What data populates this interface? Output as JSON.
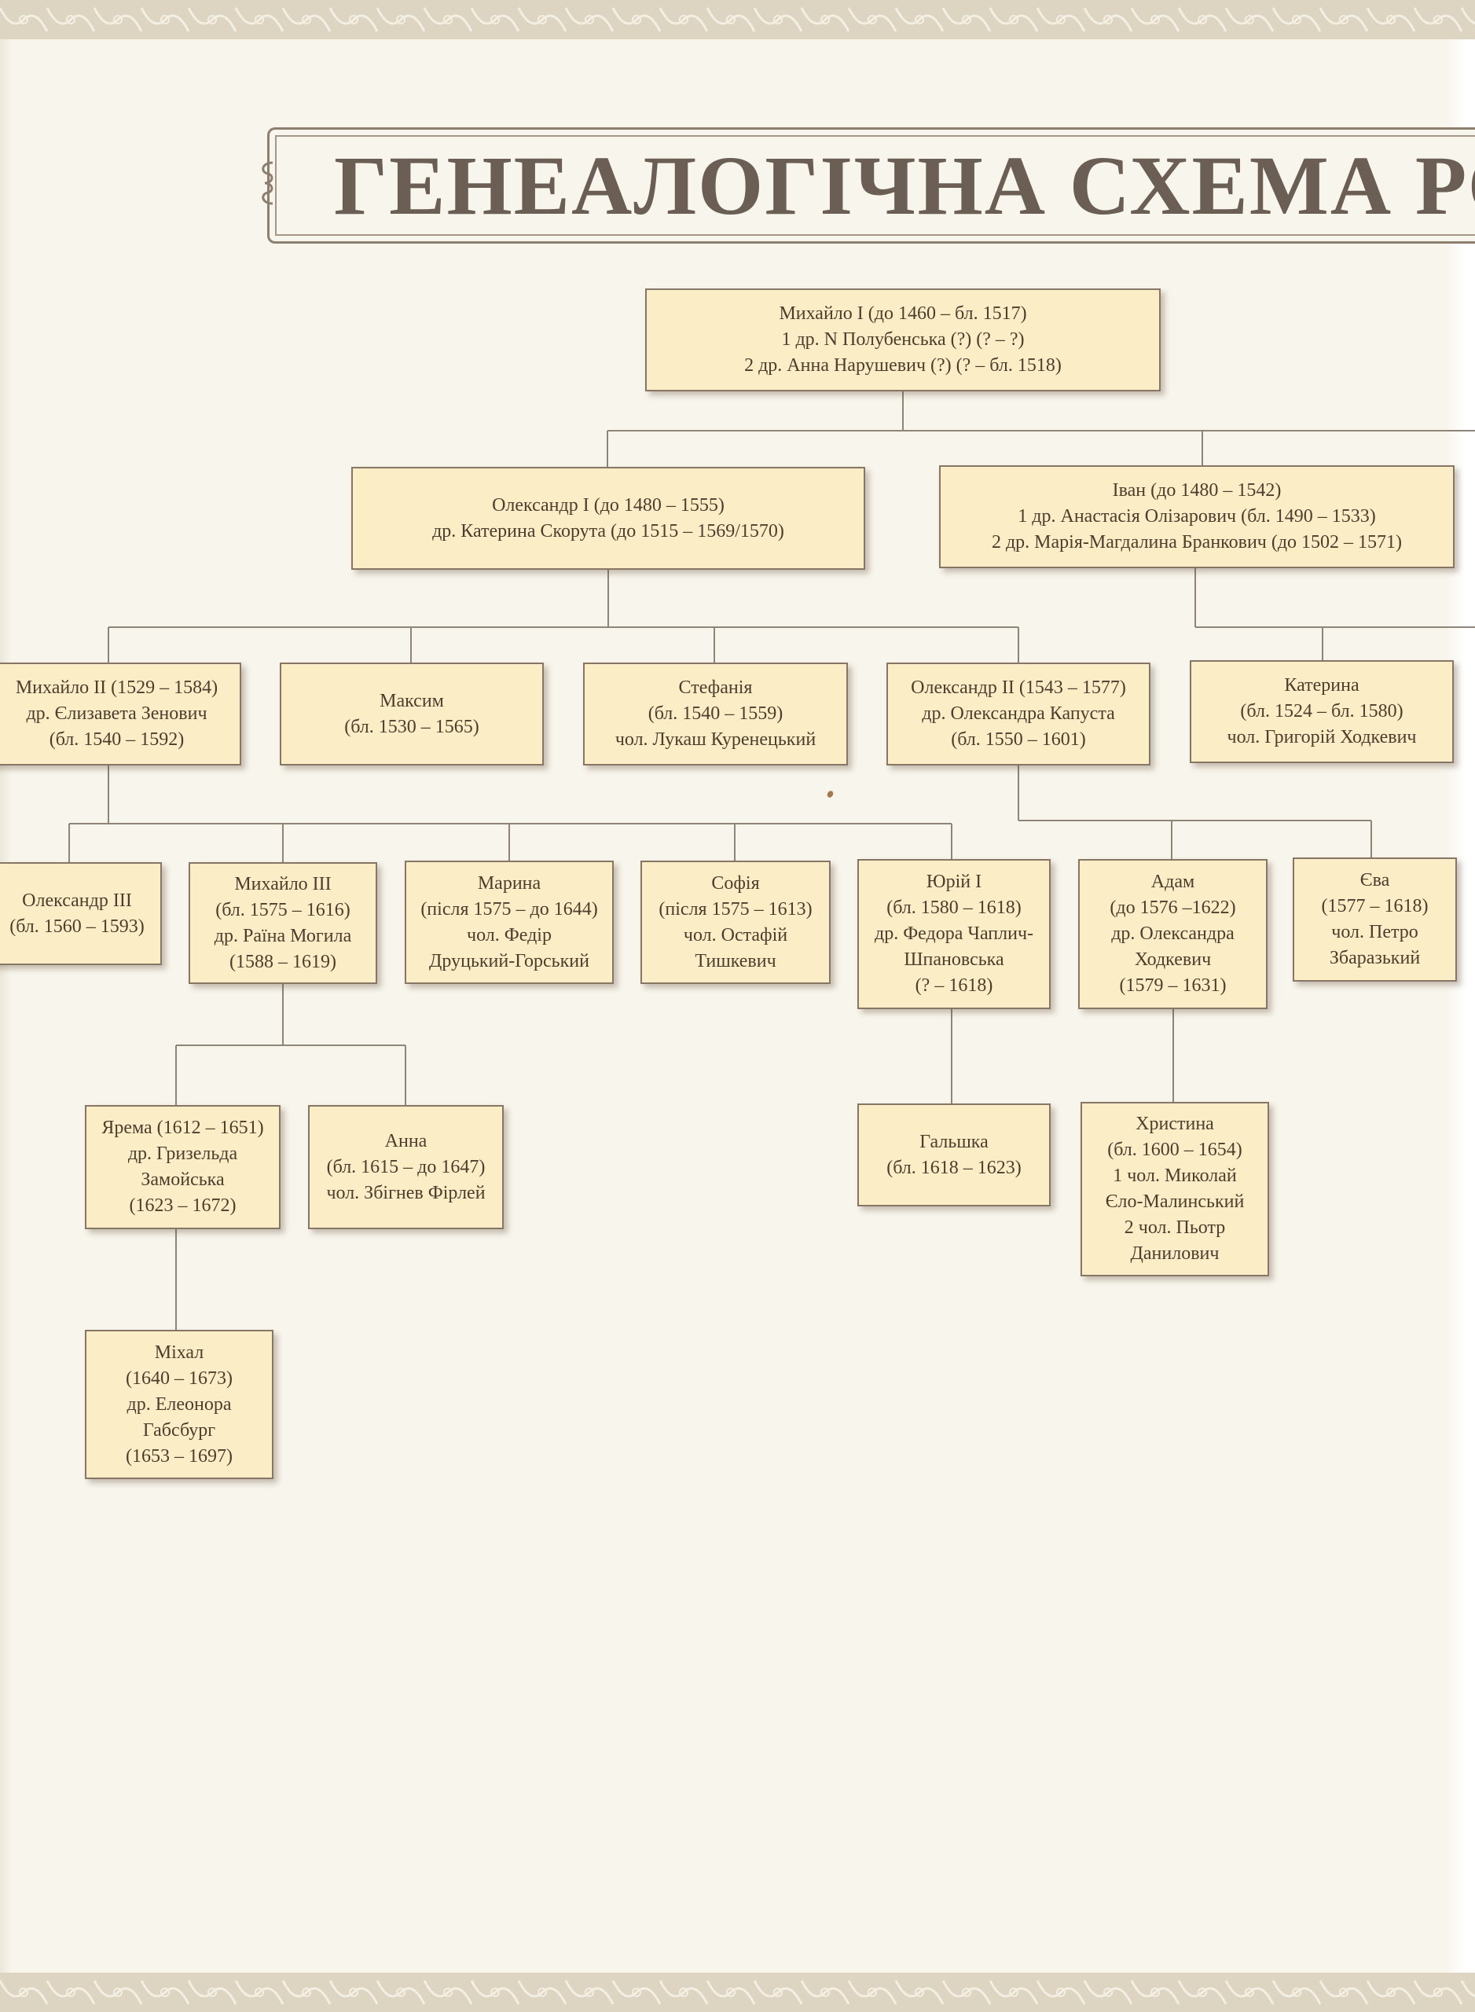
{
  "header": {
    "title": "ГЕНЕАЛОГІЧНА СХЕМА РОДУ"
  },
  "tree": {
    "mykhailo_1": [
      "Михайло I (до 1460 – бл. 1517)",
      "1 др. N Полубенська (?)   (? – ?)",
      "2 др. Анна Нарушевич (?)   (? – бл. 1518)"
    ],
    "oleksandr_1": [
      "Олександр I (до 1480 – 1555)",
      "др. Катерина Скорута (до 1515 – 1569/1570)"
    ],
    "ivan": [
      "Іван (до 1480 – 1542)",
      "1 др. Анастасія Олізарович (бл. 1490 – 1533)",
      "2 др. Марія-Магдалина Бранкович (до 1502 – 1571)"
    ],
    "mykhailo_2": [
      "Михайло II (1529 – 1584)",
      "др. Єлизавета Зенович",
      "(бл. 1540 – 1592)"
    ],
    "maksym": [
      "Максим",
      "(бл. 1530 – 1565)"
    ],
    "stefaniia": [
      "Стефанія",
      "(бл. 1540 – 1559)",
      "чол. Лукаш Куренецький"
    ],
    "oleksandr_2": [
      "Олександр II (1543 – 1577)",
      "др. Олександра Капуста",
      "(бл. 1550 – 1601)"
    ],
    "kateryna": [
      "Катерина",
      "(бл. 1524 – бл. 1580)",
      "чол. Григорій Ходкевич"
    ],
    "oleksandr_3": [
      "Олександр III",
      "(бл. 1560 – 1593)"
    ],
    "mykhailo_3": [
      "Михайло III",
      "(бл. 1575 – 1616)",
      "др. Раїна Могила",
      "(1588 – 1619)"
    ],
    "maryna": [
      "Марина",
      "(після 1575 – до 1644)",
      "чол. Федір",
      "Друцький-Горський"
    ],
    "sofiia": [
      "Софія",
      "(після 1575 – 1613)",
      "чол. Остафій",
      "Тишкевич"
    ],
    "yurii_1": [
      "Юрій I",
      "(бл. 1580 – 1618)",
      "др. Федора Чаплич-",
      "Шпановська",
      "(? – 1618)"
    ],
    "adam": [
      "Адам",
      "(до 1576 –1622)",
      "др. Олександра",
      "Ходкевич",
      "(1579 – 1631)"
    ],
    "yeva": [
      "Єва",
      "(1577 – 1618)",
      "чол. Петро",
      "Збаразький"
    ],
    "yarema": [
      "Ярема (1612 – 1651)",
      "др. Гризельда",
      "Замойська",
      "(1623 – 1672)"
    ],
    "anna": [
      "Анна",
      "(бл. 1615 – до 1647)",
      "чол. Збігнев Фірлей"
    ],
    "halshka": [
      "Гальшка",
      "(бл. 1618 – 1623)"
    ],
    "khrystyna": [
      "Христина",
      "(бл. 1600 – 1654)",
      "1 чол. Миколай",
      "Єло-Малинський",
      "2 чол. Пьотр",
      "Данилович"
    ],
    "mikhal": [
      "Міхал",
      "(1640 – 1673)",
      "др. Елеонора",
      "Габсбург",
      "(1653 – 1697)"
    ]
  },
  "colors": {
    "node_fill": "#fbeec6",
    "node_border": "#877565",
    "connector": "#8f8478",
    "title": "#6a5e55"
  }
}
